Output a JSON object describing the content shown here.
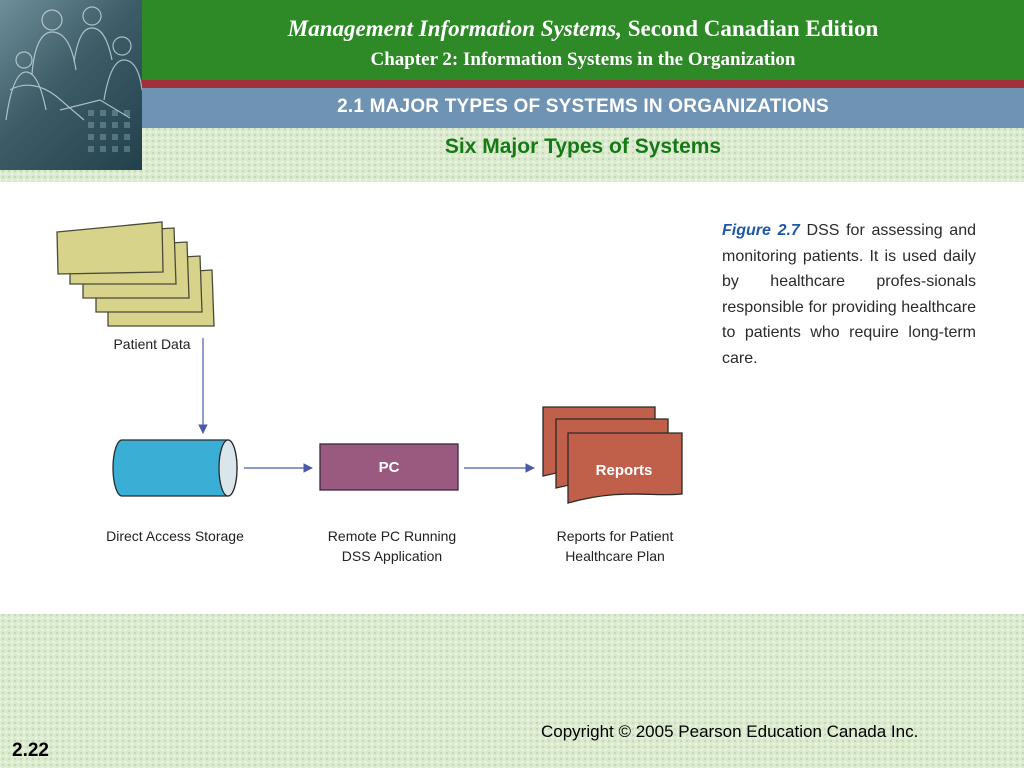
{
  "header": {
    "book_title_italic": "Management Information Systems,",
    "book_title_rest": " Second Canadian Edition",
    "chapter": "Chapter 2: Information Systems in the Organization",
    "section": "2.1 MAJOR TYPES OF SYSTEMS IN ORGANIZATIONS",
    "subtitle": "Six Major Types of Systems"
  },
  "diagram": {
    "patient_data_label": "Patient Data",
    "storage_label": "Direct Access Storage",
    "pc_box_text": "PC",
    "pc_label_line1": "Remote PC Running",
    "pc_label_line2": "DSS Application",
    "reports_box_text": "Reports",
    "reports_label_line1": "Reports for Patient",
    "reports_label_line2": "Healthcare Plan"
  },
  "caption": {
    "figure_label": "Figure 2.7",
    "text": " DSS for assessing and monitoring patients. It is used daily by healthcare profes-sionals responsible for providing healthcare to patients who require long-term care."
  },
  "footer": {
    "copyright": "Copyright © 2005 Pearson Education Canada Inc.",
    "slide_number": "2.22"
  },
  "colors": {
    "header_green": "#2d8a26",
    "header_red": "#a0303d",
    "header_blue": "#6e93b3",
    "subtitle_green": "#157a16",
    "document_fill": "#d8d38a",
    "storage_fill": "#3aaed4",
    "pc_fill": "#9a5a80",
    "reports_fill": "#c0604a",
    "arrow": "#4a5aa8"
  }
}
